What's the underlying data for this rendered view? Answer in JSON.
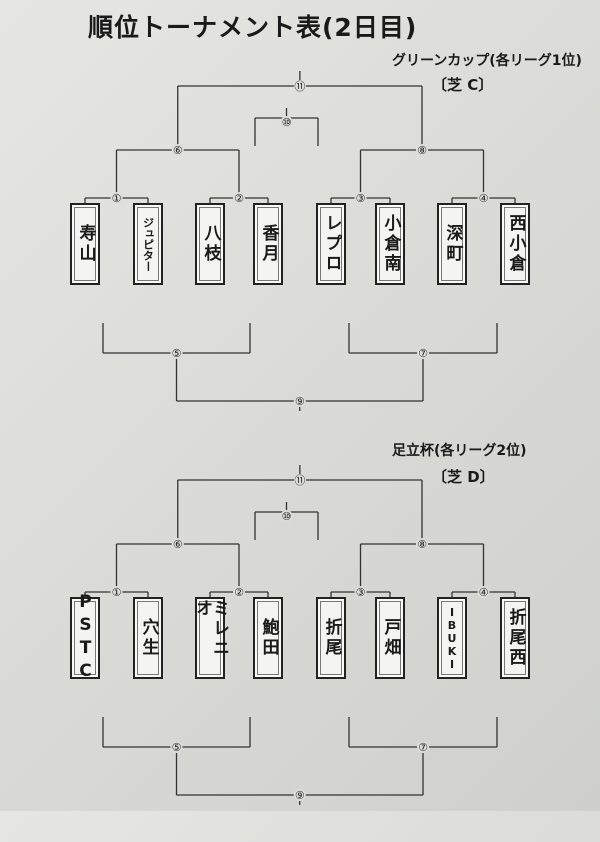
{
  "title": "順位トーナメント表(2日目)",
  "sections": [
    {
      "caption": "グリーンカップ(各リーグ1位)",
      "venue": "〔芝 C〕",
      "match_numbers": [
        "①",
        "②",
        "③",
        "④",
        "⑤",
        "⑥",
        "⑦",
        "⑧",
        "⑨",
        "⑩",
        "⑪"
      ],
      "teams": [
        "寿山",
        "ジュピター",
        "八枝",
        "香月",
        "レプロ",
        "小倉南",
        "深町",
        "西小倉"
      ]
    },
    {
      "caption": "足立杯(各リーグ2位)",
      "venue": "〔芝 D〕",
      "match_numbers": [
        "①",
        "②",
        "③",
        "④",
        "⑤",
        "⑥",
        "⑦",
        "⑧",
        "⑨",
        "⑩",
        "⑪"
      ],
      "teams": [
        "PSTC",
        "穴生",
        "ミレニオ",
        "鮑田",
        "折尾",
        "戸畑",
        "IBUKI",
        "折尾西"
      ]
    }
  ]
}
